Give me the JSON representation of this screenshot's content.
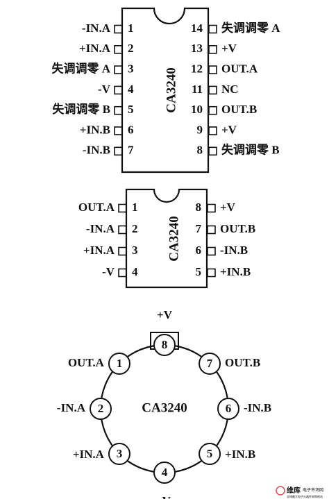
{
  "dip14": {
    "part": "CA3240",
    "left_pins": [
      {
        "num": "1",
        "label": "-IN.A"
      },
      {
        "num": "2",
        "label": "+IN.A"
      },
      {
        "num": "3",
        "label": "失调调零 A"
      },
      {
        "num": "4",
        "label": "-V"
      },
      {
        "num": "5",
        "label": "失调调零 B"
      },
      {
        "num": "6",
        "label": "+IN.B"
      },
      {
        "num": "7",
        "label": "-IN.B"
      }
    ],
    "right_pins": [
      {
        "num": "14",
        "label": "失调调零 A"
      },
      {
        "num": "13",
        "label": "+V"
      },
      {
        "num": "12",
        "label": "OUT.A"
      },
      {
        "num": "11",
        "label": "NC"
      },
      {
        "num": "10",
        "label": "OUT.B"
      },
      {
        "num": "9",
        "label": "+V"
      },
      {
        "num": "8",
        "label": "失调调零 B"
      }
    ]
  },
  "dip8": {
    "part": "CA3240",
    "left_pins": [
      {
        "num": "1",
        "label": "OUT.A"
      },
      {
        "num": "2",
        "label": "-IN.A"
      },
      {
        "num": "3",
        "label": "+IN.A"
      },
      {
        "num": "4",
        "label": "-V"
      }
    ],
    "right_pins": [
      {
        "num": "8",
        "label": "+V"
      },
      {
        "num": "7",
        "label": "OUT.B"
      },
      {
        "num": "6",
        "label": "-IN.B"
      },
      {
        "num": "5",
        "label": "+IN.B"
      }
    ]
  },
  "can8": {
    "part": "CA3240",
    "pins": [
      {
        "num": "8",
        "label": "+V"
      },
      {
        "num": "7",
        "label": "OUT.B"
      },
      {
        "num": "6",
        "label": "-IN.B"
      },
      {
        "num": "5",
        "label": "+IN.B"
      },
      {
        "num": "4",
        "label": "-V"
      },
      {
        "num": "3",
        "label": "+IN.A"
      },
      {
        "num": "2",
        "label": "-IN.A"
      },
      {
        "num": "1",
        "label": "OUT.A"
      }
    ]
  },
  "watermark": {
    "brand": "维库",
    "sub": "电子市场网",
    "tagline": "全球最大电子元器件采购网站",
    "accent": "#d9534f"
  }
}
